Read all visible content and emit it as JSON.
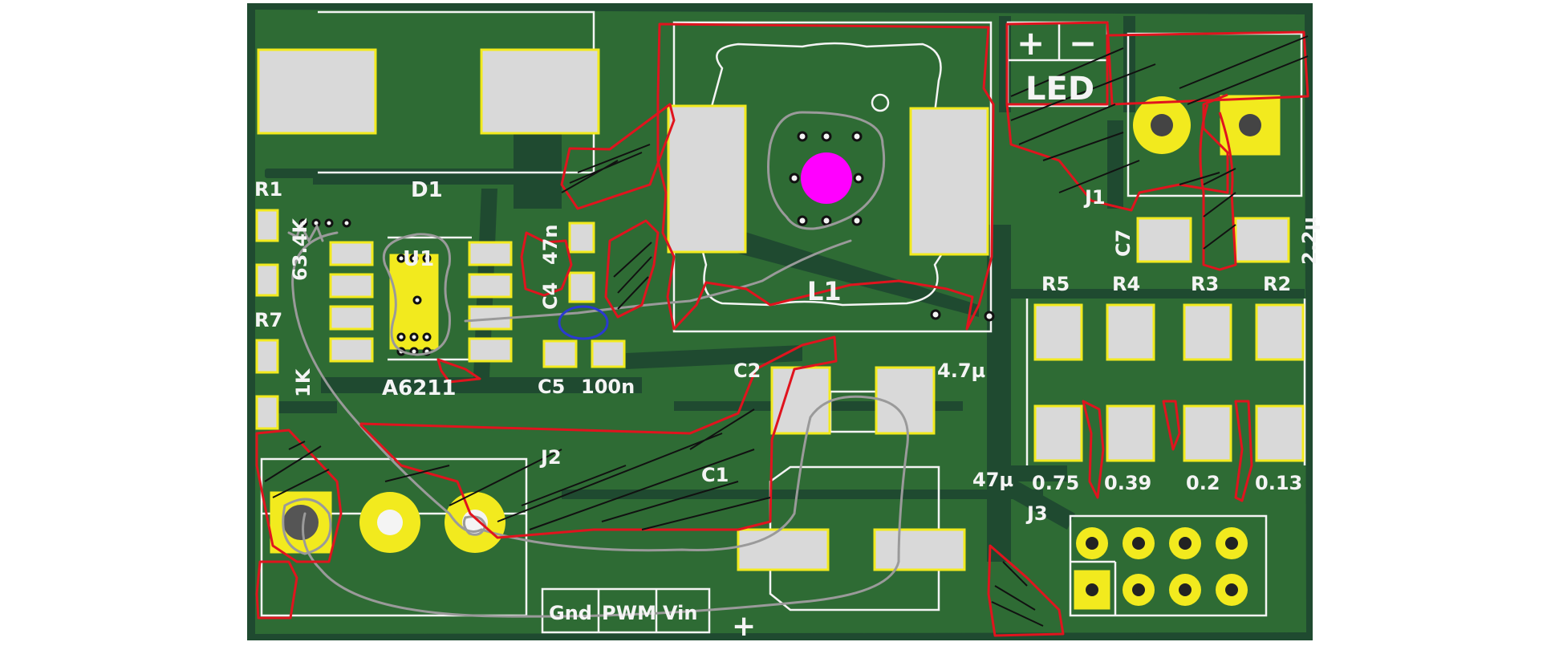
{
  "board": {
    "colors": {
      "substrate": "#1f4a30",
      "copper": "#2e6b34",
      "pad": "#d9d9d9",
      "pad_edge": "#f2ea1e",
      "silkscreen": "#f4f4f4",
      "annotation_red": "#e0141e",
      "annotation_gray": "#9a9a9a",
      "annotation_blue": "#2a3ad0",
      "via": "#ff00ff"
    }
  },
  "labels": {
    "d1": "D1",
    "r1": "R1",
    "r1_value": "63.4K",
    "u1": "U1",
    "u1_part": "A6211",
    "r7": "R7",
    "r7_value": "1K",
    "c4": "C4",
    "c4_value": "47n",
    "c5": "C5",
    "c5_value": "100n",
    "l1": "L1",
    "c2": "C2",
    "c2_value": "4.7µ",
    "c1": "C1",
    "c1_value": "47µ",
    "j1": "J1",
    "j2": "J2",
    "j3": "J3",
    "c7": "C7",
    "c7_value": "2.2µ",
    "led_plus": "+",
    "led_minus": "−",
    "led": "LED",
    "r5": "R5",
    "r4": "R4",
    "r3": "R3",
    "r2": "R2",
    "r5_value": "0.75",
    "r4_value": "0.39",
    "r3_value": "0.2",
    "r2_value": "0.13",
    "gnd": "Gnd",
    "pwm": "PWM",
    "vin": "Vin",
    "vin_plus": "+"
  }
}
